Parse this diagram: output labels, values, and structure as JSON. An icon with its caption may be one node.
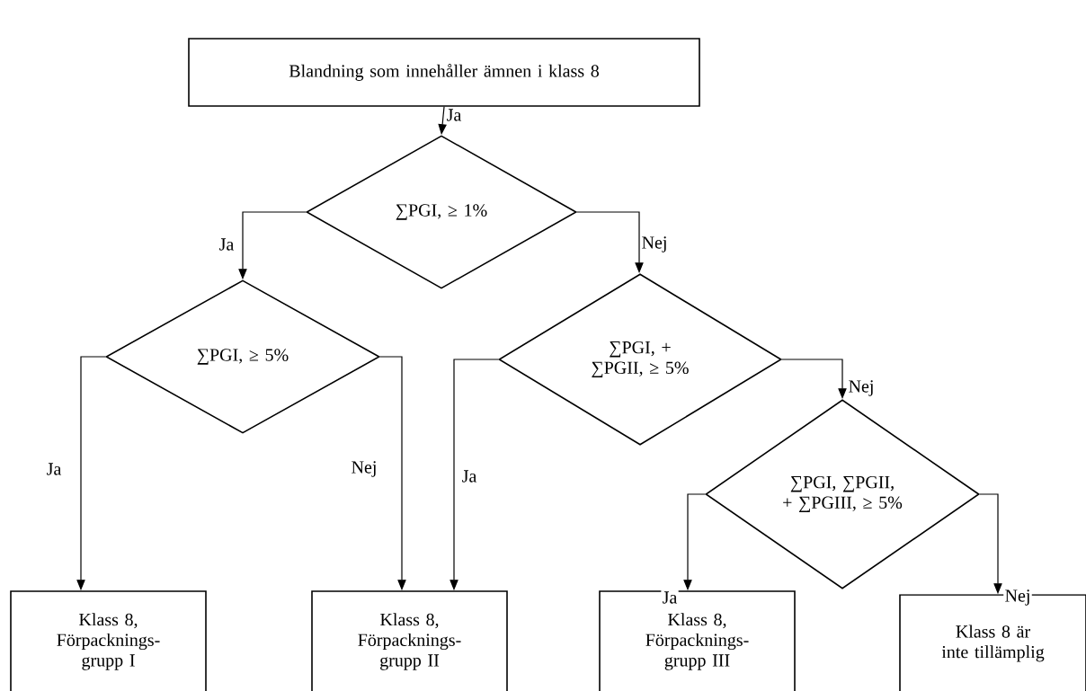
{
  "diagram": {
    "nodes": [
      {
        "text": [
          "Blandning som innehåller ämnen i klass 8"
        ]
      },
      {
        "text": [
          "∑PGI, ≥ 1%"
        ]
      },
      {
        "text": [
          "∑PGI, ≥ 5%"
        ]
      },
      {
        "text": [
          "∑PGI, + ∑PGII, ≥ 5%"
        ]
      },
      {
        "text": [
          "∑PGI, ∑PGII, + ∑PGIII, ≥ 5%"
        ]
      },
      {
        "text": [
          "Klass 8, Förpacknings-grupp I"
        ]
      },
      {
        "text": [
          "Klass 8, Förpacknings-grupp II"
        ]
      },
      {
        "text": [
          "Klass 8, Förpacknings-grupp III"
        ]
      },
      {
        "text": [
          "Klass 8 är inte tillämplig"
        ]
      }
    ],
    "edges": [
      {
        "from": 0,
        "to": 1,
        "arrow": "to",
        "label": "Ja"
      },
      {
        "from": 1,
        "to": 2,
        "arrow": "to",
        "label": "Ja"
      },
      {
        "from": 1,
        "to": 3,
        "arrow": "to",
        "label": "Nej"
      },
      {
        "from": 2,
        "to": 5,
        "arrow": "to",
        "label": "Ja"
      },
      {
        "from": 2,
        "to": 6,
        "arrow": "to",
        "label": "Nej"
      },
      {
        "from": 3,
        "to": 6,
        "arrow": "to",
        "label": "Ja"
      },
      {
        "from": 3,
        "to": 4,
        "arrow": "to",
        "label": "Nej"
      },
      {
        "from": 4,
        "to": 7,
        "arrow": "to",
        "label": "Ja"
      },
      {
        "from": 4,
        "to": 8,
        "arrow": "to",
        "label": "Nej"
      }
    ]
  }
}
